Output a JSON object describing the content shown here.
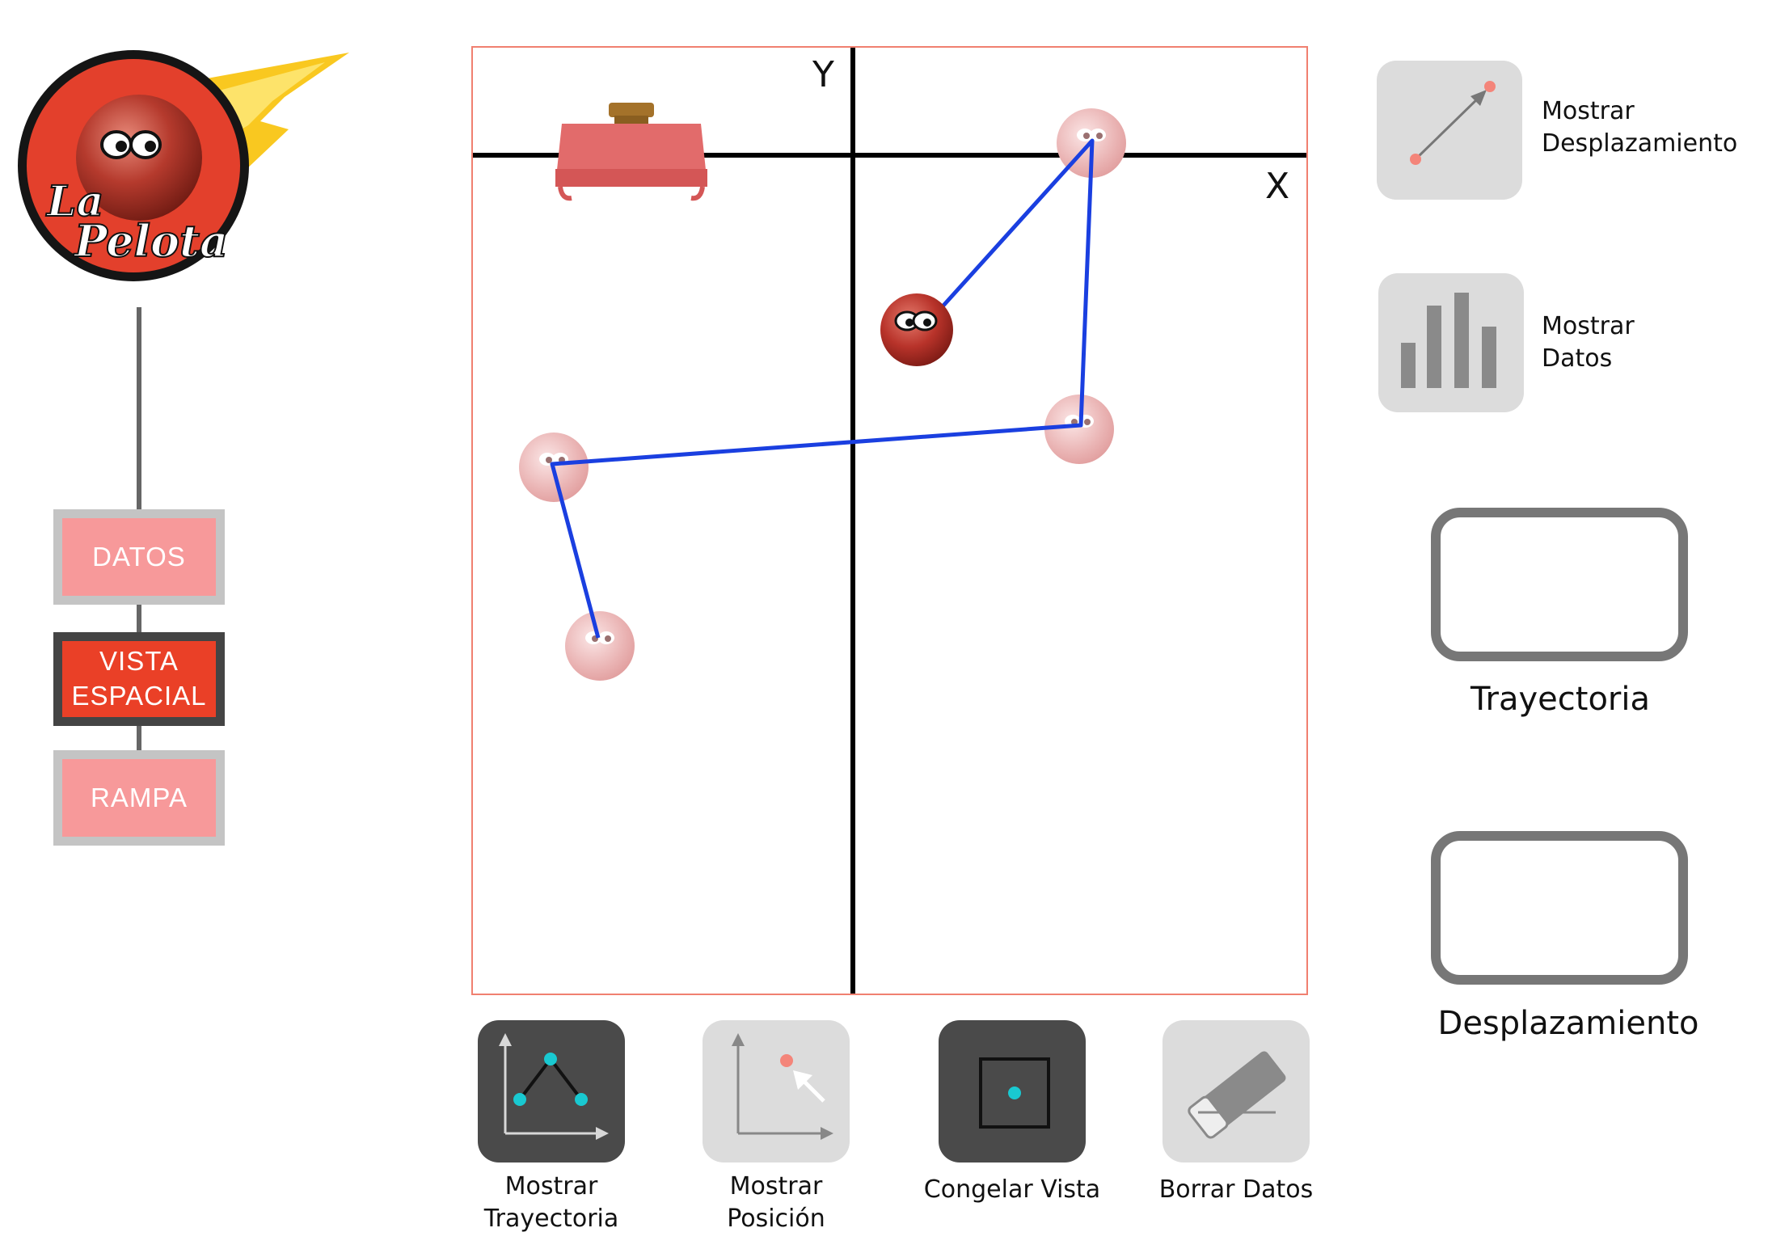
{
  "logo": {
    "line1": "La",
    "line2": "Pelota"
  },
  "nav": {
    "items": [
      {
        "label": "DATOS",
        "state": "inactive"
      },
      {
        "label": "VISTA ESPACIAL",
        "state": "active"
      },
      {
        "label": "RAMPA",
        "state": "inactive"
      }
    ]
  },
  "plot": {
    "y_axis_label": "Y",
    "x_axis_label": "X",
    "trajectory_color": "#1a3fe0"
  },
  "side_buttons": {
    "displacement_label": "Mostrar Desplazamiento",
    "data_label": "Mostrar Datos"
  },
  "readouts": {
    "trajectory_label": "Trayectoria",
    "trajectory_value": "",
    "displacement_label": "Desplazamiento",
    "displacement_value": ""
  },
  "tools": {
    "show_trajectory": "Mostrar Trayectoria",
    "show_position": "Mostrar Posición",
    "freeze_view": "Congelar Vista",
    "erase_data": "Borrar Datos"
  },
  "colors": {
    "active_nav": "#ea4027",
    "inactive_nav": "#f7999a",
    "plot_border": "#f08070",
    "dark_tool": "#4a4a4a",
    "light_tool": "#dcdcdc",
    "accent_cyan": "#19c9d1",
    "ball_red": "#c9362a"
  },
  "icons": {
    "logo": "bouncing-ball-logo-icon",
    "table": "table-icon",
    "ball": "ball-icon",
    "ghost_ball": "ghost-ball-icon",
    "displacement": "displacement-arrow-icon",
    "bar_chart": "bar-chart-icon",
    "trajectory": "trajectory-icon",
    "position": "position-cursor-icon",
    "freeze": "freeze-frame-icon",
    "eraser": "eraser-icon"
  }
}
